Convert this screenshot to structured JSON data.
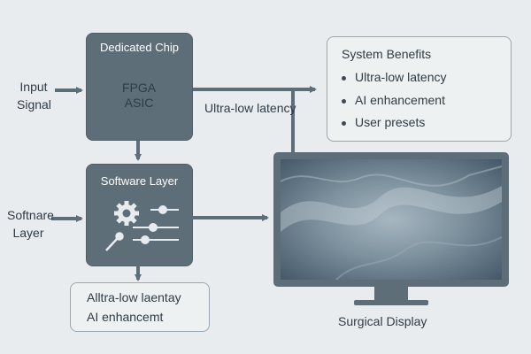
{
  "input_signal": {
    "line1": "Input",
    "line2": "Signal"
  },
  "software_input": {
    "line1": "Softnare",
    "line2": "Layer"
  },
  "dedicated_chip": {
    "title": "Dedicated Chip",
    "chip_line1": "FPGA",
    "chip_line2": "ASIC"
  },
  "software_layer": {
    "title": "Software Layer"
  },
  "arrow_label": "Ultra-low latency",
  "system_benefits": {
    "title": "System Benefits",
    "items": [
      {
        "label": "Ultra-low latency"
      },
      {
        "label": "AI enhancement"
      },
      {
        "label": "User presets"
      }
    ]
  },
  "output_box": {
    "line1": "Alltra-low laentay",
    "line2": "AI enhancemt"
  },
  "display": {
    "label": "Surgical Display"
  },
  "colors": {
    "background": "#e9ecee",
    "box": "#5e6e79",
    "arrow": "#5e6e79",
    "screen": "#5b6f7d",
    "frame": "#5e6e79"
  }
}
